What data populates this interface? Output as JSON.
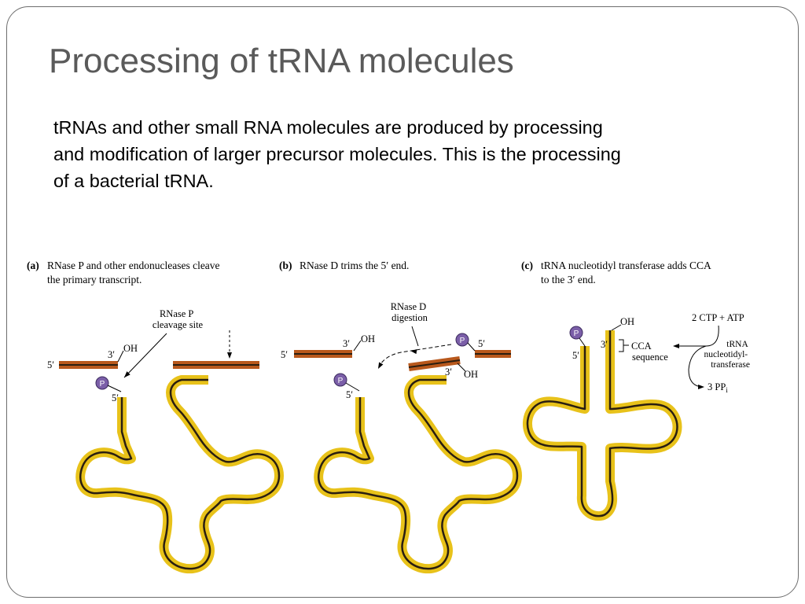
{
  "slide": {
    "title": "Processing of tRNA molecules",
    "body_lines": [
      "tRNAs and other small RNA molecules are produced by processing",
      "and modification of larger precursor molecules. This is the processing",
      "of a bacterial tRNA."
    ]
  },
  "panels": {
    "a": {
      "tag": "(a)",
      "caption_lines": [
        "RNase P and other endonucleases cleave",
        "the primary transcript."
      ],
      "site_label_lines": [
        "RNase P",
        "cleavage site"
      ],
      "end5_left": "5′",
      "end3": "3′",
      "oh": "OH",
      "phosphate": "P",
      "end5_p": "5′"
    },
    "b": {
      "tag": "(b)",
      "caption_lines": [
        "RNase D trims the 5′ end."
      ],
      "digest_label_lines": [
        "RNase D",
        "digestion"
      ],
      "end5_left": "5′",
      "end3_top": "3′",
      "oh_top": "OH",
      "phosphate_right": "P",
      "end5_right": "5′",
      "end3_bottom": "3′",
      "oh_bottom": "OH",
      "phosphate": "P",
      "end5_p": "5′"
    },
    "c": {
      "tag": "(c)",
      "caption_lines": [
        "tRNA nucleotidyl transferase adds CCA",
        "to the 3′ end."
      ],
      "phosphate": "P",
      "oh": "OH",
      "end3": "3′",
      "end5": "5′",
      "cca_lines": [
        "CCA",
        "sequence"
      ],
      "input": "2 CTP + ATP",
      "enzyme_lines": [
        "tRNA",
        "nucleotidyl-",
        "transferase"
      ],
      "output": "3 PP",
      "output_sub": "i"
    }
  },
  "colors": {
    "gold": "#e8c21a",
    "dark_line": "#2a1e10",
    "copper": "#b8581c",
    "phosphate": "#7b5fa8"
  }
}
